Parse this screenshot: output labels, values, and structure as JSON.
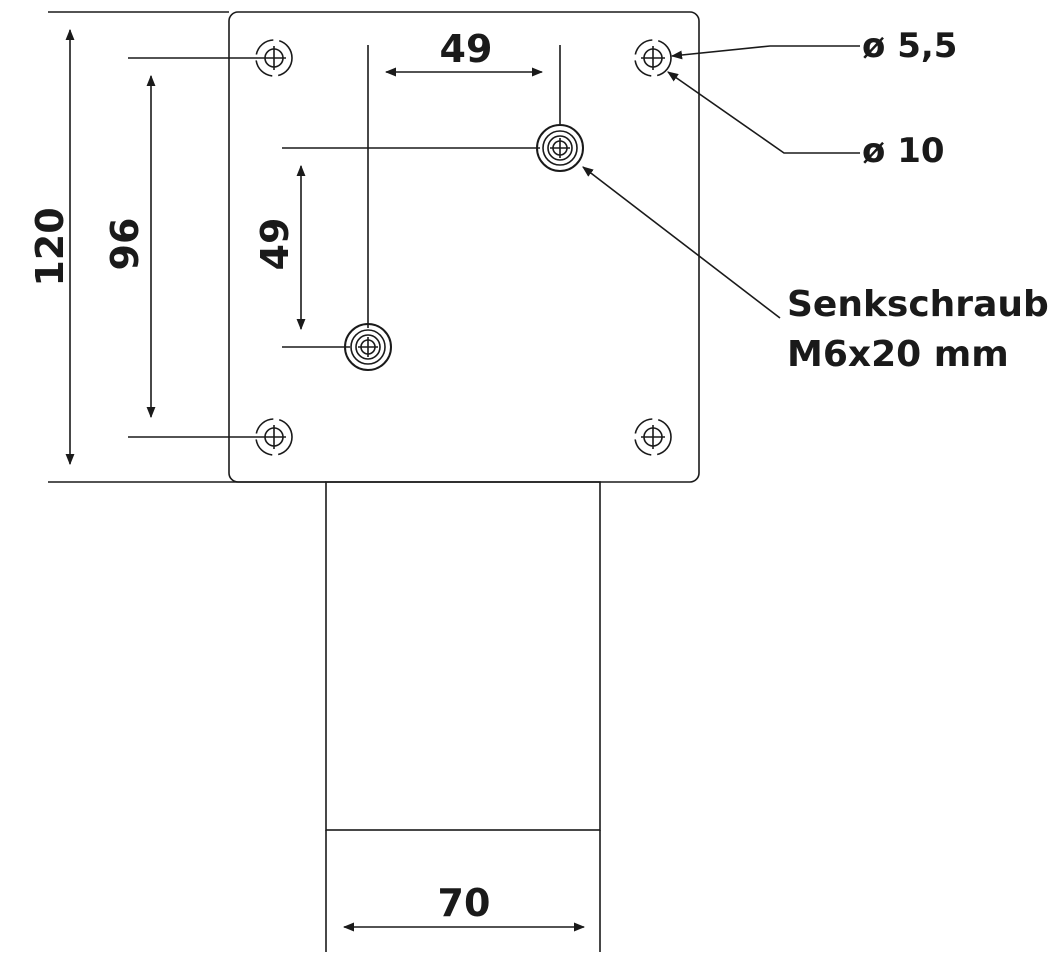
{
  "dimensions": {
    "horizontal_hole_spacing": "49",
    "vertical_hole_spacing": "49",
    "inner_height": "96",
    "outer_height": "120",
    "post_width": "70"
  },
  "callouts": {
    "small_hole_diameter": "ø 5,5",
    "large_hole_diameter": "ø 10",
    "screw_line1": "Senkschraube",
    "screw_line2": "M6x20 mm"
  },
  "colors": {
    "line": "#1a1a1a",
    "background": "#ffffff"
  }
}
